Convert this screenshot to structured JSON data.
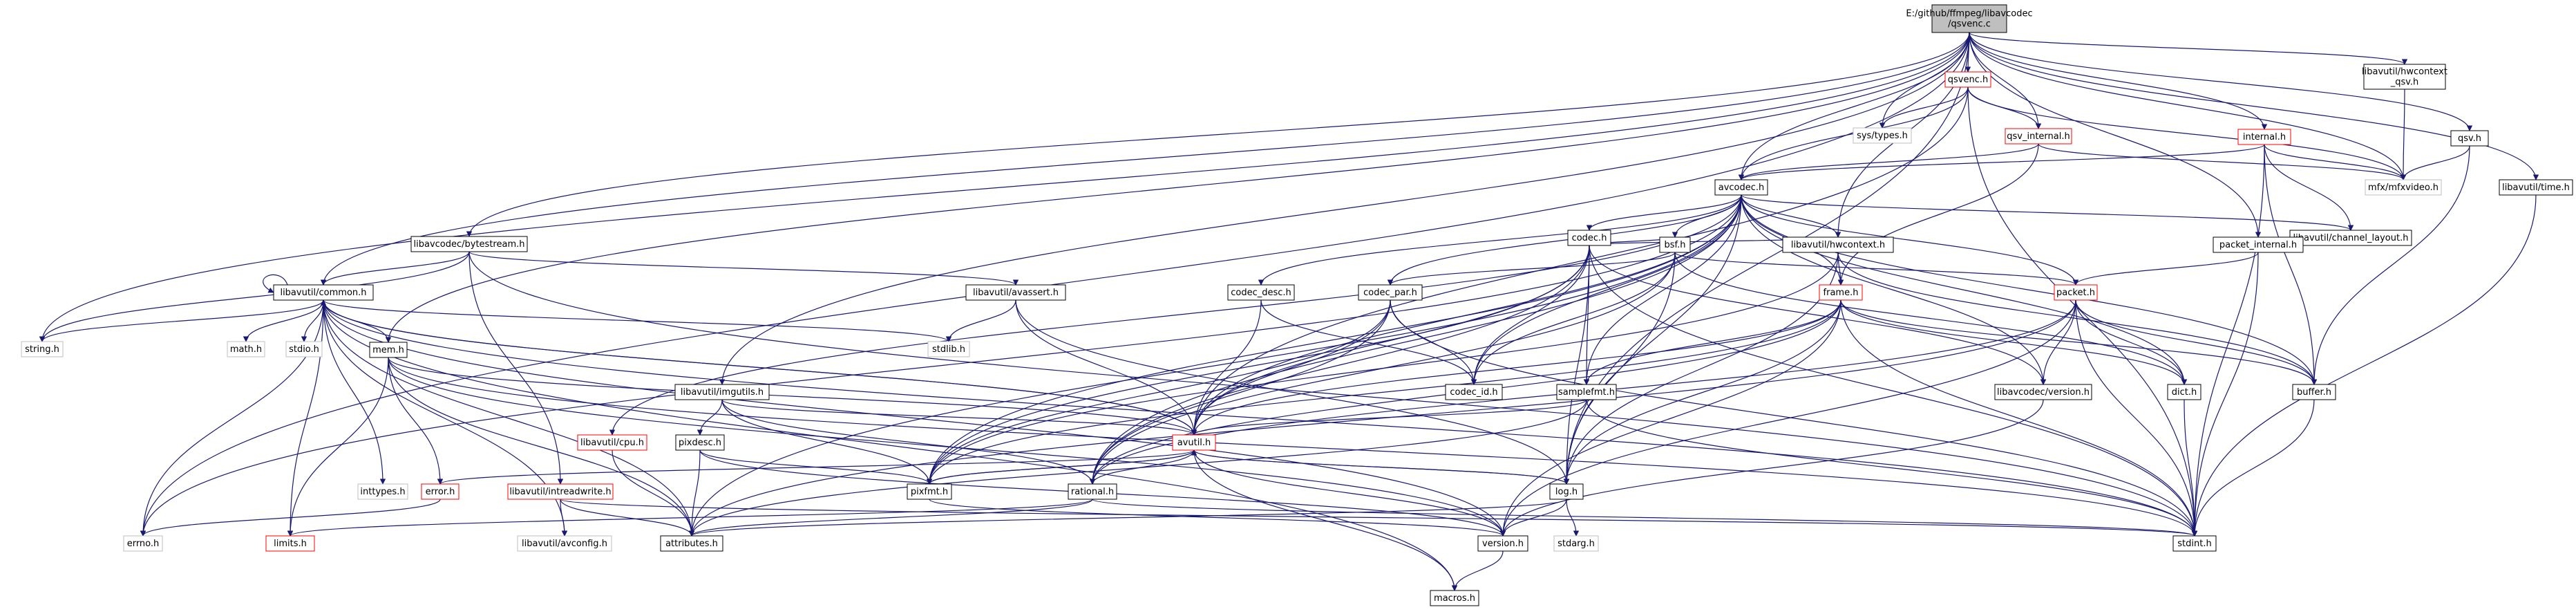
{
  "diagram": {
    "colors": {
      "edge": "#191970",
      "box_border_normal": "#000000",
      "box_border_missing": "#bfbfbf",
      "box_border_highlight": "#ff0000",
      "root_fill": "#bfbfbf",
      "box_fill": "#ffffff",
      "text": "#000000"
    },
    "nodes": [
      {
        "id": "root",
        "label": [
          "E:/github/ffmpeg/libavcodec",
          "/qsvenc.c"
        ],
        "style": "root"
      },
      {
        "id": "qsvenc_h",
        "label": [
          "qsvenc.h"
        ],
        "style": "highlight"
      },
      {
        "id": "hwctx_qsv",
        "label": [
          "libavutil/hwcontext",
          "_qsv.h"
        ],
        "style": "normal"
      },
      {
        "id": "qsv_h",
        "label": [
          "qsv.h"
        ],
        "style": "normal"
      },
      {
        "id": "time_h",
        "label": [
          "libavutil/time.h"
        ],
        "style": "normal"
      },
      {
        "id": "sys_types",
        "label": [
          "sys/types.h"
        ],
        "style": "missing"
      },
      {
        "id": "qsv_internal",
        "label": [
          "qsv_internal.h"
        ],
        "style": "highlight"
      },
      {
        "id": "internal_h",
        "label": [
          "internal.h"
        ],
        "style": "highlight"
      },
      {
        "id": "mfxvideo",
        "label": [
          "mfx/mfxvideo.h"
        ],
        "style": "missing"
      },
      {
        "id": "avcodec_h",
        "label": [
          "avcodec.h"
        ],
        "style": "normal"
      },
      {
        "id": "codec_h",
        "label": [
          "codec.h"
        ],
        "style": "normal"
      },
      {
        "id": "channel_layout",
        "label": [
          "libavutil/channel_layout.h"
        ],
        "style": "normal"
      },
      {
        "id": "bytestream",
        "label": [
          "libavcodec/bytestream.h"
        ],
        "style": "normal"
      },
      {
        "id": "bsf_h",
        "label": [
          "bsf.h"
        ],
        "style": "normal"
      },
      {
        "id": "hwcontext_h",
        "label": [
          "libavutil/hwcontext.h"
        ],
        "style": "normal"
      },
      {
        "id": "packet_internal",
        "label": [
          "packet_internal.h"
        ],
        "style": "normal"
      },
      {
        "id": "common_h",
        "label": [
          "libavutil/common.h"
        ],
        "style": "normal"
      },
      {
        "id": "avassert",
        "label": [
          "libavutil/avassert.h"
        ],
        "style": "normal"
      },
      {
        "id": "codec_desc",
        "label": [
          "codec_desc.h"
        ],
        "style": "normal"
      },
      {
        "id": "codec_par",
        "label": [
          "codec_par.h"
        ],
        "style": "normal"
      },
      {
        "id": "frame_h",
        "label": [
          "frame.h"
        ],
        "style": "highlight"
      },
      {
        "id": "packet_h",
        "label": [
          "packet.h"
        ],
        "style": "highlight"
      },
      {
        "id": "string_h",
        "label": [
          "string.h"
        ],
        "style": "missing"
      },
      {
        "id": "math_h",
        "label": [
          "math.h"
        ],
        "style": "missing"
      },
      {
        "id": "stdio_h",
        "label": [
          "stdio.h"
        ],
        "style": "missing"
      },
      {
        "id": "mem_h",
        "label": [
          "mem.h"
        ],
        "style": "normal"
      },
      {
        "id": "stdlib_h",
        "label": [
          "stdlib.h"
        ],
        "style": "missing"
      },
      {
        "id": "imgutils",
        "label": [
          "libavutil/imgutils.h"
        ],
        "style": "normal"
      },
      {
        "id": "codec_id",
        "label": [
          "codec_id.h"
        ],
        "style": "normal"
      },
      {
        "id": "samplefmt",
        "label": [
          "samplefmt.h"
        ],
        "style": "normal"
      },
      {
        "id": "version_lavc",
        "label": [
          "libavcodec/version.h"
        ],
        "style": "normal"
      },
      {
        "id": "dict_h",
        "label": [
          "dict.h"
        ],
        "style": "normal"
      },
      {
        "id": "buffer_h",
        "label": [
          "buffer.h"
        ],
        "style": "normal"
      },
      {
        "id": "cpu_h",
        "label": [
          "libavutil/cpu.h"
        ],
        "style": "highlight"
      },
      {
        "id": "pixdesc",
        "label": [
          "pixdesc.h"
        ],
        "style": "normal"
      },
      {
        "id": "avutil_h",
        "label": [
          "avutil.h"
        ],
        "style": "highlight"
      },
      {
        "id": "inttypes",
        "label": [
          "inttypes.h"
        ],
        "style": "missing"
      },
      {
        "id": "error_h",
        "label": [
          "error.h"
        ],
        "style": "highlight"
      },
      {
        "id": "intreadwrite",
        "label": [
          "libavutil/intreadwrite.h"
        ],
        "style": "highlight"
      },
      {
        "id": "pixfmt",
        "label": [
          "pixfmt.h"
        ],
        "style": "normal"
      },
      {
        "id": "rational",
        "label": [
          "rational.h"
        ],
        "style": "normal"
      },
      {
        "id": "log_h",
        "label": [
          "log.h"
        ],
        "style": "normal"
      },
      {
        "id": "errno_h",
        "label": [
          "errno.h"
        ],
        "style": "missing"
      },
      {
        "id": "limits_h",
        "label": [
          "limits.h"
        ],
        "style": "highlight"
      },
      {
        "id": "avconfig",
        "label": [
          "libavutil/avconfig.h"
        ],
        "style": "missing"
      },
      {
        "id": "attributes",
        "label": [
          "attributes.h"
        ],
        "style": "normal"
      },
      {
        "id": "version_h",
        "label": [
          "version.h"
        ],
        "style": "normal"
      },
      {
        "id": "stdarg",
        "label": [
          "stdarg.h"
        ],
        "style": "missing"
      },
      {
        "id": "stdint",
        "label": [
          "stdint.h"
        ],
        "style": "normal"
      },
      {
        "id": "macros",
        "label": [
          "macros.h"
        ],
        "style": "normal"
      }
    ],
    "edges": [
      [
        "root",
        "qsvenc_h"
      ],
      [
        "root",
        "hwctx_qsv"
      ],
      [
        "root",
        "qsv_h"
      ],
      [
        "root",
        "time_h"
      ],
      [
        "root",
        "sys_types"
      ],
      [
        "root",
        "qsv_internal"
      ],
      [
        "root",
        "internal_h"
      ],
      [
        "root",
        "avcodec_h"
      ],
      [
        "root",
        "hwcontext_h"
      ],
      [
        "root",
        "packet_internal"
      ],
      [
        "root",
        "common_h"
      ],
      [
        "root",
        "bytestream"
      ],
      [
        "root",
        "mem_h"
      ],
      [
        "root",
        "imgutils"
      ],
      [
        "root",
        "string_h"
      ],
      [
        "root",
        "errno_h"
      ],
      [
        "root",
        "log_h"
      ],
      [
        "root",
        "mfxvideo"
      ],
      [
        "qsvenc_h",
        "sys_types"
      ],
      [
        "qsvenc_h",
        "qsv_internal"
      ],
      [
        "qsvenc_h",
        "mfxvideo"
      ],
      [
        "qsvenc_h",
        "avcodec_h"
      ],
      [
        "qsvenc_h",
        "avutil_h"
      ],
      [
        "qsvenc_h",
        "stdint"
      ],
      [
        "hwctx_qsv",
        "mfxvideo"
      ],
      [
        "qsv_h",
        "mfxvideo"
      ],
      [
        "qsv_h",
        "buffer_h"
      ],
      [
        "time_h",
        "stdint"
      ],
      [
        "qsv_internal",
        "mfxvideo"
      ],
      [
        "qsv_internal",
        "avcodec_h"
      ],
      [
        "qsv_internal",
        "frame_h"
      ],
      [
        "internal_h",
        "mfxvideo"
      ],
      [
        "internal_h",
        "avcodec_h"
      ],
      [
        "internal_h",
        "buffer_h"
      ],
      [
        "internal_h",
        "channel_layout"
      ],
      [
        "internal_h",
        "stdint"
      ],
      [
        "avcodec_h",
        "codec_h"
      ],
      [
        "avcodec_h",
        "channel_layout"
      ],
      [
        "avcodec_h",
        "bsf_h"
      ],
      [
        "avcodec_h",
        "hwcontext_h"
      ],
      [
        "avcodec_h",
        "codec_desc"
      ],
      [
        "avcodec_h",
        "codec_par"
      ],
      [
        "avcodec_h",
        "frame_h"
      ],
      [
        "avcodec_h",
        "packet_h"
      ],
      [
        "avcodec_h",
        "samplefmt"
      ],
      [
        "avcodec_h",
        "codec_id"
      ],
      [
        "avcodec_h",
        "version_lavc"
      ],
      [
        "avcodec_h",
        "dict_h"
      ],
      [
        "avcodec_h",
        "buffer_h"
      ],
      [
        "avcodec_h",
        "avutil_h"
      ],
      [
        "avcodec_h",
        "log_h"
      ],
      [
        "avcodec_h",
        "pixfmt"
      ],
      [
        "avcodec_h",
        "rational"
      ],
      [
        "avcodec_h",
        "attributes"
      ],
      [
        "avcodec_h",
        "cpu_h"
      ],
      [
        "avcodec_h",
        "errno_h"
      ],
      [
        "codec_h",
        "bsf_h"
      ],
      [
        "codec_h",
        "hwcontext_h"
      ],
      [
        "codec_h",
        "codec_id"
      ],
      [
        "codec_h",
        "samplefmt"
      ],
      [
        "codec_h",
        "version_lavc"
      ],
      [
        "codec_h",
        "avutil_h"
      ],
      [
        "codec_h",
        "log_h"
      ],
      [
        "codec_h",
        "pixfmt"
      ],
      [
        "codec_h",
        "rational"
      ],
      [
        "codec_h",
        "stdint"
      ],
      [
        "bytestream",
        "common_h"
      ],
      [
        "bytestream",
        "string_h"
      ],
      [
        "bytestream",
        "avassert"
      ],
      [
        "bytestream",
        "intreadwrite"
      ],
      [
        "bytestream",
        "stdint"
      ],
      [
        "bsf_h",
        "codec_id"
      ],
      [
        "bsf_h",
        "codec_par"
      ],
      [
        "bsf_h",
        "packet_h"
      ],
      [
        "bsf_h",
        "dict_h"
      ],
      [
        "bsf_h",
        "log_h"
      ],
      [
        "bsf_h",
        "rational"
      ],
      [
        "hwcontext_h",
        "frame_h"
      ],
      [
        "hwcontext_h",
        "buffer_h"
      ],
      [
        "hwcontext_h",
        "log_h"
      ],
      [
        "hwcontext_h",
        "pixfmt"
      ],
      [
        "packet_internal",
        "packet_h"
      ],
      [
        "packet_internal",
        "stdint"
      ],
      [
        "common_h",
        "common_h"
      ],
      [
        "common_h",
        "string_h"
      ],
      [
        "common_h",
        "math_h"
      ],
      [
        "common_h",
        "stdio_h"
      ],
      [
        "common_h",
        "mem_h"
      ],
      [
        "common_h",
        "stdlib_h"
      ],
      [
        "common_h",
        "inttypes"
      ],
      [
        "common_h",
        "errno_h"
      ],
      [
        "common_h",
        "limits_h"
      ],
      [
        "common_h",
        "macros"
      ],
      [
        "common_h",
        "avconfig"
      ],
      [
        "common_h",
        "attributes"
      ],
      [
        "common_h",
        "avutil_h"
      ],
      [
        "common_h",
        "version_h"
      ],
      [
        "common_h",
        "stdint"
      ],
      [
        "avassert",
        "stdlib_h"
      ],
      [
        "avassert",
        "avutil_h"
      ],
      [
        "avassert",
        "log_h"
      ],
      [
        "codec_desc",
        "codec_id"
      ],
      [
        "codec_desc",
        "avutil_h"
      ],
      [
        "codec_par",
        "codec_id"
      ],
      [
        "codec_par",
        "avutil_h"
      ],
      [
        "codec_par",
        "pixfmt"
      ],
      [
        "codec_par",
        "rational"
      ],
      [
        "codec_par",
        "stdint"
      ],
      [
        "frame_h",
        "samplefmt"
      ],
      [
        "frame_h",
        "avutil_h"
      ],
      [
        "frame_h",
        "dict_h"
      ],
      [
        "frame_h",
        "buffer_h"
      ],
      [
        "frame_h",
        "pixfmt"
      ],
      [
        "frame_h",
        "rational"
      ],
      [
        "frame_h",
        "log_h"
      ],
      [
        "frame_h",
        "version_h"
      ],
      [
        "frame_h",
        "stdint"
      ],
      [
        "packet_h",
        "version_lavc"
      ],
      [
        "packet_h",
        "dict_h"
      ],
      [
        "packet_h",
        "buffer_h"
      ],
      [
        "packet_h",
        "rational"
      ],
      [
        "packet_h",
        "attributes"
      ],
      [
        "packet_h",
        "stdint"
      ],
      [
        "packet_h",
        "version_h"
      ],
      [
        "mem_h",
        "error_h"
      ],
      [
        "mem_h",
        "limits_h"
      ],
      [
        "mem_h",
        "attributes"
      ],
      [
        "mem_h",
        "version_h"
      ],
      [
        "mem_h",
        "avutil_h"
      ],
      [
        "mem_h",
        "stdint"
      ],
      [
        "imgutils",
        "avutil_h"
      ],
      [
        "imgutils",
        "pixdesc"
      ],
      [
        "imgutils",
        "pixfmt"
      ],
      [
        "imgutils",
        "rational"
      ],
      [
        "samplefmt",
        "avutil_h"
      ],
      [
        "samplefmt",
        "attributes"
      ],
      [
        "samplefmt",
        "stdint"
      ],
      [
        "version_lavc",
        "version_h"
      ],
      [
        "dict_h",
        "stdint"
      ],
      [
        "buffer_h",
        "stdint"
      ],
      [
        "cpu_h",
        "attributes"
      ],
      [
        "pixdesc",
        "attributes"
      ],
      [
        "pixdesc",
        "pixfmt"
      ],
      [
        "pixdesc",
        "version_h"
      ],
      [
        "avutil_h",
        "error_h"
      ],
      [
        "avutil_h",
        "pixfmt"
      ],
      [
        "avutil_h",
        "rational"
      ],
      [
        "avutil_h",
        "log_h"
      ],
      [
        "avutil_h",
        "macros"
      ],
      [
        "avutil_h",
        "version_h"
      ],
      [
        "avutil_h",
        "common_h"
      ],
      [
        "error_h",
        "errno_h"
      ],
      [
        "error_h",
        "stddef_skip"
      ],
      [
        "intreadwrite",
        "avconfig"
      ],
      [
        "intreadwrite",
        "attributes"
      ],
      [
        "intreadwrite",
        "stdint"
      ],
      [
        "pixfmt",
        "avutil_h"
      ],
      [
        "pixfmt",
        "version_h"
      ],
      [
        "rational",
        "attributes"
      ],
      [
        "rational",
        "limits_h"
      ],
      [
        "rational",
        "stdint"
      ],
      [
        "log_h",
        "attributes"
      ],
      [
        "log_h",
        "avutil_h"
      ],
      [
        "log_h",
        "version_h"
      ],
      [
        "log_h",
        "stdarg"
      ],
      [
        "version_h",
        "macros"
      ]
    ]
  }
}
